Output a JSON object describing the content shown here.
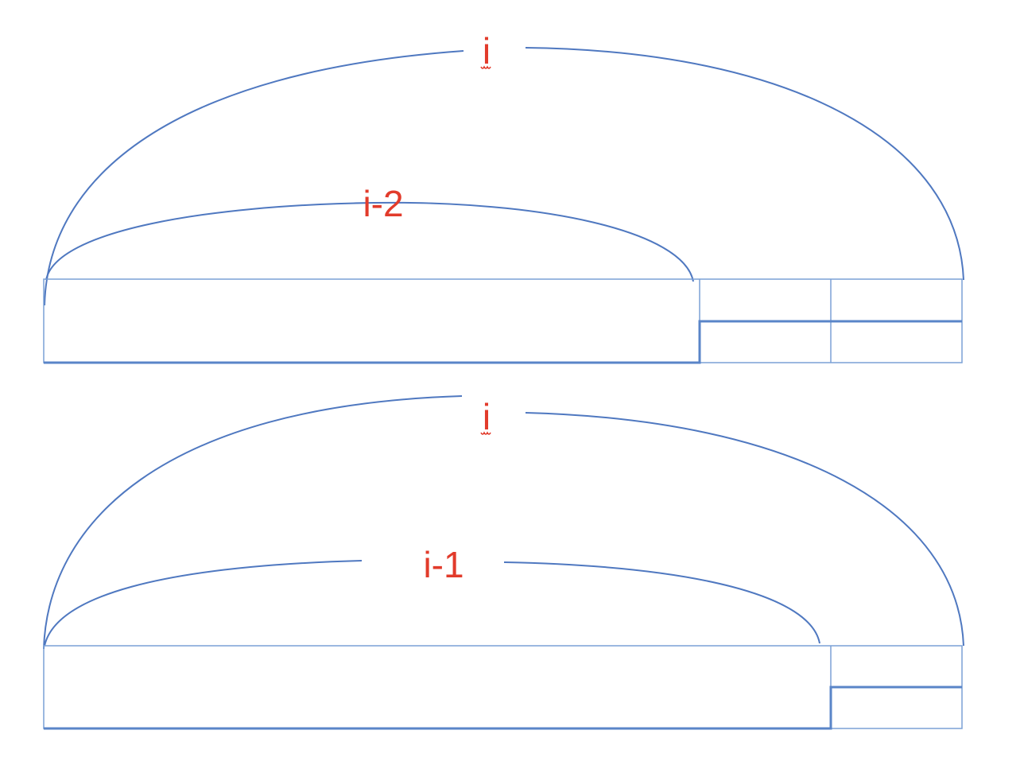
{
  "diagram": {
    "top": {
      "outer_label": "i",
      "inner_label": "i-2"
    },
    "bottom": {
      "outer_label": "i",
      "inner_label": "i-1"
    },
    "colors": {
      "line": "#4f78c0",
      "label": "#e23b2b"
    }
  }
}
